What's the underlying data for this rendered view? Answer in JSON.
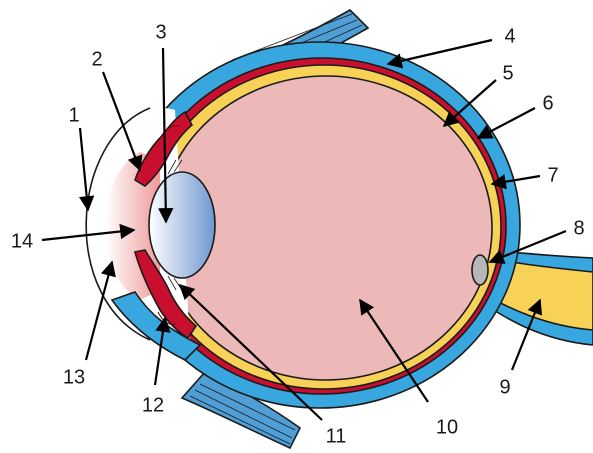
{
  "diagram": {
    "labels": [
      {
        "id": "1",
        "text": "1"
      },
      {
        "id": "2",
        "text": "2"
      },
      {
        "id": "3",
        "text": "3"
      },
      {
        "id": "4",
        "text": "4"
      },
      {
        "id": "5",
        "text": "5"
      },
      {
        "id": "6",
        "text": "6"
      },
      {
        "id": "7",
        "text": "7"
      },
      {
        "id": "8",
        "text": "8"
      },
      {
        "id": "9",
        "text": "9"
      },
      {
        "id": "10",
        "text": "10"
      },
      {
        "id": "11",
        "text": "11"
      },
      {
        "id": "12",
        "text": "12"
      },
      {
        "id": "13",
        "text": "13"
      },
      {
        "id": "14",
        "text": "14"
      }
    ],
    "colors": {
      "sclera": "#39a7df",
      "choroid": "#c8102e",
      "retina": "#f7d257",
      "vitreous": "#ecb8b8",
      "lens_light": "#ffffff",
      "lens_dark": "#6f97d0",
      "muscle": "#4f9fd6",
      "optic_disc": "#b7b7b7",
      "anterior_chamber_light": "#ffffff",
      "anterior_chamber_dark": "#ef9a9a"
    }
  }
}
